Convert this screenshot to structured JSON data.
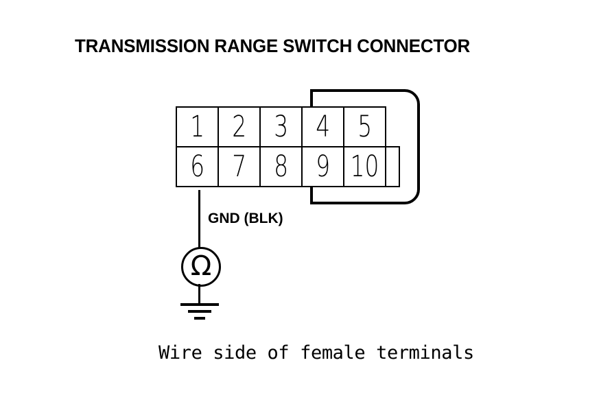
{
  "title": "TRANSMISSION RANGE SWITCH CONNECTOR",
  "connector": {
    "rows": [
      {
        "name": "top-row",
        "cells": [
          {
            "label": "1",
            "blank": false
          },
          {
            "label": "2",
            "blank": false
          },
          {
            "label": "3",
            "blank": false
          },
          {
            "label": "4",
            "blank": false
          },
          {
            "label": "5",
            "blank": false
          }
        ]
      },
      {
        "name": "bottom-row",
        "cells": [
          {
            "label": "6",
            "blank": false
          },
          {
            "label": "7",
            "blank": false
          },
          {
            "label": "8",
            "blank": false
          },
          {
            "label": "9",
            "blank": false
          },
          {
            "label": "10",
            "blank": false
          },
          {
            "label": "",
            "blank": true
          }
        ]
      }
    ]
  },
  "wire": {
    "from_pin": "6",
    "label": "GND (BLK)"
  },
  "meter": {
    "type": "ohmmeter",
    "symbol": "Ω",
    "icon": "ohmmeter-icon",
    "ground_icon": "earth-ground-icon"
  },
  "caption": "Wire side of female terminals",
  "colors": {
    "line": "#000000",
    "background": "#ffffff",
    "text": "#000000"
  }
}
